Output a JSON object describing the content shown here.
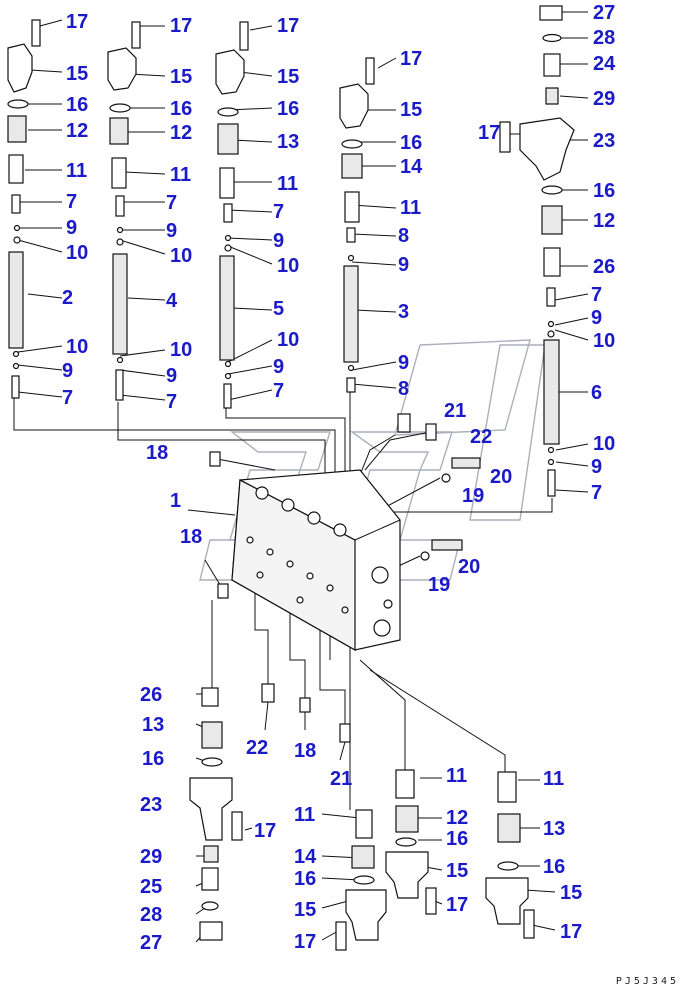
{
  "drawing_code": "PJ5J345",
  "accent_color": "#1a1ac8",
  "callouts": [
    {
      "id": "c1",
      "text": "17"
    },
    {
      "id": "c2",
      "text": "15"
    },
    {
      "id": "c3",
      "text": "16"
    },
    {
      "id": "c4",
      "text": "12"
    },
    {
      "id": "c5",
      "text": "11"
    },
    {
      "id": "c6",
      "text": "7"
    },
    {
      "id": "c7",
      "text": "9"
    },
    {
      "id": "c8",
      "text": "10"
    },
    {
      "id": "c9",
      "text": "2"
    },
    {
      "id": "c10",
      "text": "10"
    },
    {
      "id": "c11",
      "text": "9"
    },
    {
      "id": "c12",
      "text": "7"
    },
    {
      "id": "c13",
      "text": "17"
    },
    {
      "id": "c14",
      "text": "15"
    },
    {
      "id": "c15",
      "text": "16"
    },
    {
      "id": "c16",
      "text": "12"
    },
    {
      "id": "c17",
      "text": "11"
    },
    {
      "id": "c18",
      "text": "7"
    },
    {
      "id": "c19",
      "text": "9"
    },
    {
      "id": "c20",
      "text": "10"
    },
    {
      "id": "c21",
      "text": "4"
    },
    {
      "id": "c22",
      "text": "10"
    },
    {
      "id": "c23",
      "text": "9"
    },
    {
      "id": "c24",
      "text": "7"
    },
    {
      "id": "c25",
      "text": "17"
    },
    {
      "id": "c26",
      "text": "15"
    },
    {
      "id": "c27",
      "text": "16"
    },
    {
      "id": "c28",
      "text": "13"
    },
    {
      "id": "c29",
      "text": "11"
    },
    {
      "id": "c30",
      "text": "7"
    },
    {
      "id": "c31",
      "text": "9"
    },
    {
      "id": "c32",
      "text": "10"
    },
    {
      "id": "c33",
      "text": "5"
    },
    {
      "id": "c34",
      "text": "10"
    },
    {
      "id": "c35",
      "text": "9"
    },
    {
      "id": "c36",
      "text": "7"
    },
    {
      "id": "c37",
      "text": "17"
    },
    {
      "id": "c38",
      "text": "15"
    },
    {
      "id": "c39",
      "text": "16"
    },
    {
      "id": "c40",
      "text": "14"
    },
    {
      "id": "c41",
      "text": "11"
    },
    {
      "id": "c42",
      "text": "8"
    },
    {
      "id": "c43",
      "text": "9"
    },
    {
      "id": "c44",
      "text": "3"
    },
    {
      "id": "c45",
      "text": "9"
    },
    {
      "id": "c46",
      "text": "8"
    },
    {
      "id": "c47",
      "text": "27"
    },
    {
      "id": "c48",
      "text": "28"
    },
    {
      "id": "c49",
      "text": "24"
    },
    {
      "id": "c50",
      "text": "29"
    },
    {
      "id": "c51",
      "text": "17"
    },
    {
      "id": "c52",
      "text": "23"
    },
    {
      "id": "c53",
      "text": "16"
    },
    {
      "id": "c54",
      "text": "12"
    },
    {
      "id": "c55",
      "text": "26"
    },
    {
      "id": "c56",
      "text": "7"
    },
    {
      "id": "c57",
      "text": "9"
    },
    {
      "id": "c58",
      "text": "10"
    },
    {
      "id": "c59",
      "text": "6"
    },
    {
      "id": "c60",
      "text": "10"
    },
    {
      "id": "c61",
      "text": "9"
    },
    {
      "id": "c62",
      "text": "7"
    },
    {
      "id": "c63",
      "text": "21"
    },
    {
      "id": "c64",
      "text": "22"
    },
    {
      "id": "c65",
      "text": "18"
    },
    {
      "id": "c66",
      "text": "20"
    },
    {
      "id": "c67",
      "text": "19"
    },
    {
      "id": "c68",
      "text": "1"
    },
    {
      "id": "c69",
      "text": "18"
    },
    {
      "id": "c70",
      "text": "20"
    },
    {
      "id": "c71",
      "text": "19"
    },
    {
      "id": "c72",
      "text": "26"
    },
    {
      "id": "c73",
      "text": "13"
    },
    {
      "id": "c74",
      "text": "16"
    },
    {
      "id": "c75",
      "text": "23"
    },
    {
      "id": "c76",
      "text": "17"
    },
    {
      "id": "c77",
      "text": "29"
    },
    {
      "id": "c78",
      "text": "25"
    },
    {
      "id": "c79",
      "text": "28"
    },
    {
      "id": "c80",
      "text": "27"
    },
    {
      "id": "c81",
      "text": "22"
    },
    {
      "id": "c82",
      "text": "18"
    },
    {
      "id": "c83",
      "text": "21"
    },
    {
      "id": "c84",
      "text": "11"
    },
    {
      "id": "c85",
      "text": "14"
    },
    {
      "id": "c86",
      "text": "16"
    },
    {
      "id": "c87",
      "text": "15"
    },
    {
      "id": "c88",
      "text": "17"
    },
    {
      "id": "c89",
      "text": "11"
    },
    {
      "id": "c90",
      "text": "12"
    },
    {
      "id": "c91",
      "text": "16"
    },
    {
      "id": "c92",
      "text": "15"
    },
    {
      "id": "c93",
      "text": "17"
    },
    {
      "id": "c94",
      "text": "11"
    },
    {
      "id": "c95",
      "text": "13"
    },
    {
      "id": "c96",
      "text": "16"
    },
    {
      "id": "c97",
      "text": "15"
    },
    {
      "id": "c98",
      "text": "17"
    }
  ]
}
